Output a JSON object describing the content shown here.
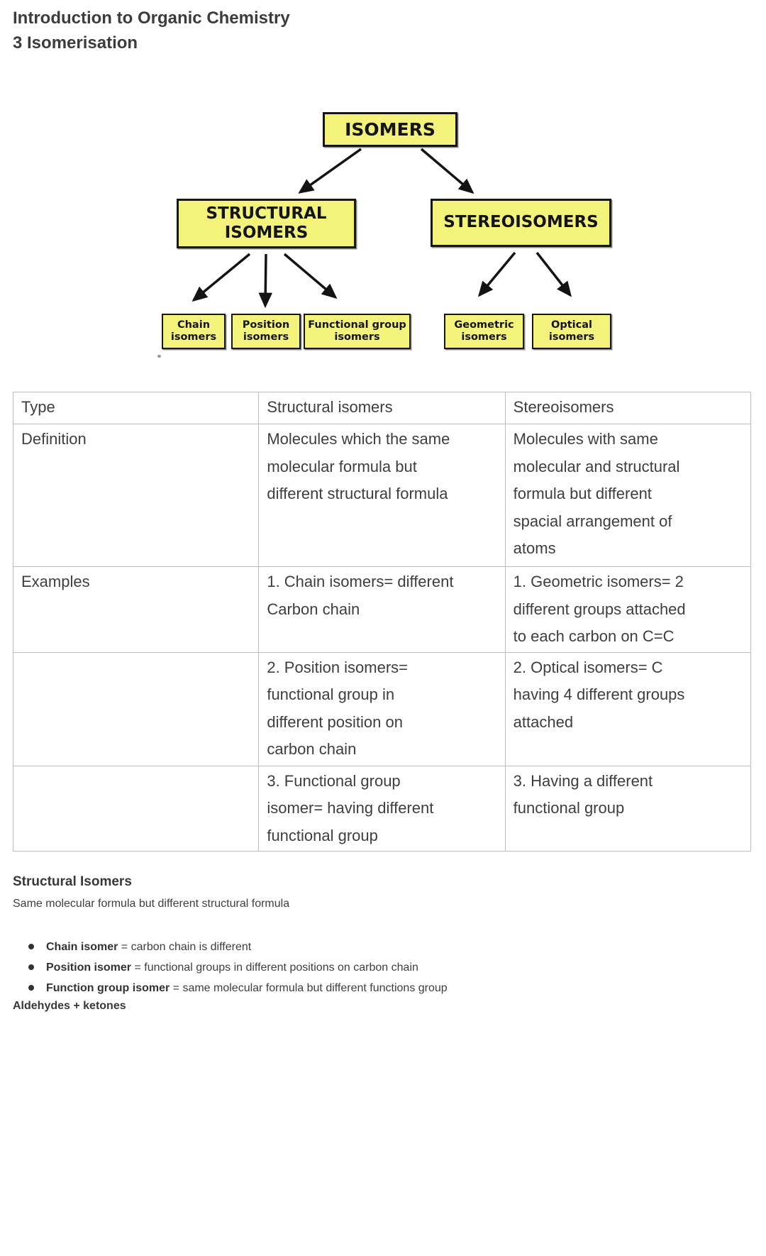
{
  "page": {
    "title": "Introduction to Organic Chemistry",
    "subtitle": "3 Isomerisation"
  },
  "flowchart": {
    "root": "ISOMERS",
    "branch_left": "STRUCTURAL\nISOMERS",
    "branch_right": "STEREOISOMERS",
    "leaf_chain": "Chain\nisomers",
    "leaf_position": "Position\nisomers",
    "leaf_functional": "Functional group\nisomers",
    "leaf_geometric": "Geometric\nisomers",
    "leaf_optical": "Optical\nisomers",
    "box_fill": "#f3f37c",
    "box_border": "#161616",
    "arrow_color": "#141414"
  },
  "table": {
    "headers": [
      "Type",
      "Structural isomers",
      "Stereoisomers"
    ],
    "rows": [
      {
        "label": "Definition",
        "structural": "Molecules which the same\nmolecular formula but\ndifferent structural formula",
        "stereo": "Molecules with same\nmolecular and structural\nformula but different\nspacial arrangement of\natoms"
      },
      {
        "label": "Examples",
        "structural": "1. Chain isomers= different\nCarbon chain",
        "stereo": "1. Geometric isomers= 2\ndifferent groups attached\nto each carbon on C=C"
      },
      {
        "label": "",
        "structural": "2. Position isomers=\nfunctional group in\ndifferent position on\ncarbon chain",
        "stereo": "2. Optical isomers= C\nhaving 4 different groups\nattached"
      },
      {
        "label": "",
        "structural": "3. Functional group\nisomer= having different\nfunctional group",
        "stereo": "3. Having a different\nfunctional group"
      }
    ]
  },
  "section": {
    "heading": "Structural Isomers",
    "subheading": "Same molecular formula but different structural formula",
    "bullets": [
      {
        "label": "Chain isomer",
        "rest": " = carbon chain is different"
      },
      {
        "label": "Position isomer",
        "rest": " = functional groups in different positions on carbon chain"
      },
      {
        "label": "Function group isomer",
        "rest": " = same molecular formula but different functions group"
      }
    ],
    "footer": "Aldehydes + ketones"
  }
}
